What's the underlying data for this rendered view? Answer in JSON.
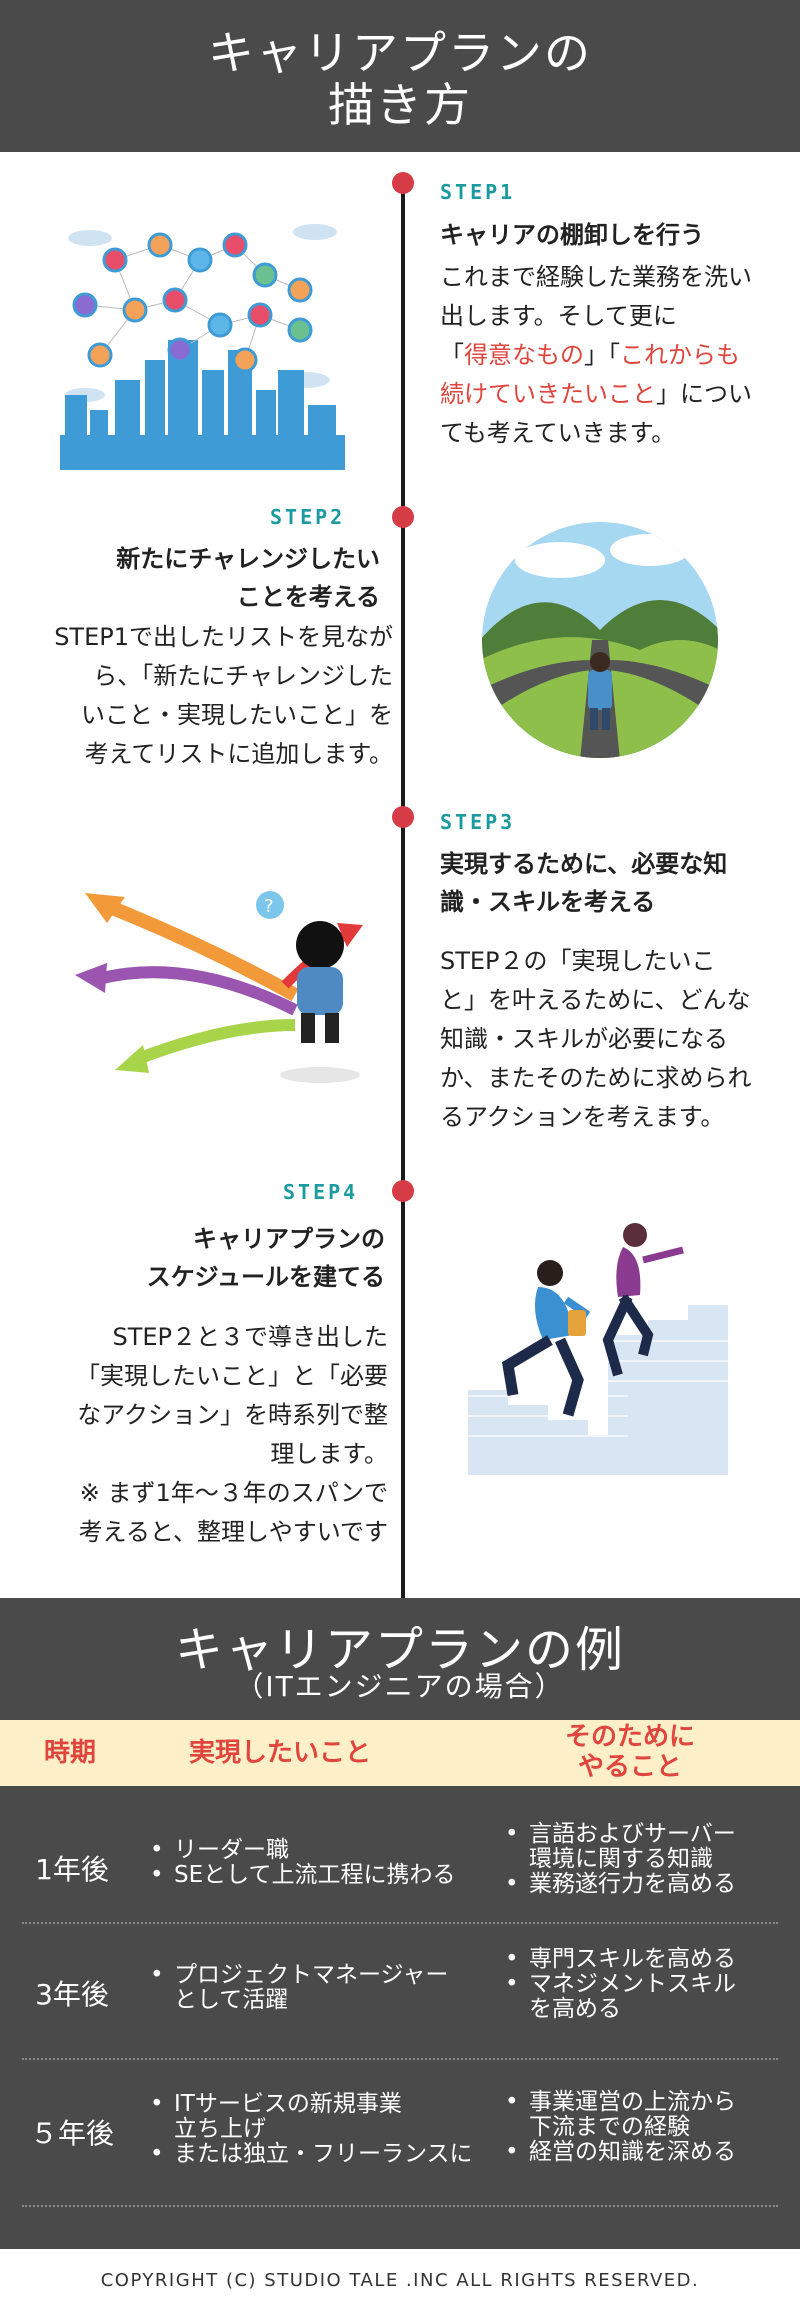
{
  "header": {
    "title_line1": "キャリアプランの",
    "title_line2": "描き方"
  },
  "steps": [
    {
      "label": "STEP1",
      "title": "キャリアの棚卸しを行う",
      "body": [
        {
          "text": "これまで経験した業務を洗い",
          "red": false
        },
        {
          "text": "出します。そして更に",
          "red": false
        }
      ],
      "body_l3_a": "「",
      "body_l3_red1": "得意なもの",
      "body_l3_b": "」「",
      "body_l3_red2": "これからも",
      "body_l4_red": "続けていきたいこと",
      "body_l4_a": "」につい",
      "body_l5": "ても考えていきます。"
    },
    {
      "label": "STEP2",
      "title_l1": "新たにチャレンジしたい",
      "title_l2": "ことを考える",
      "body": [
        "STEP1で出したリストを見なが",
        "ら、「新たにチャレンジした",
        "いこと・実現したいこと」を",
        "考えてリストに追加します。"
      ]
    },
    {
      "label": "STEP3",
      "title_l1": "実現するために、必要な知",
      "title_l2": "識・スキルを考える",
      "body": [
        "STEP２の「実現したいこ",
        "と」を叶えるために、どんな",
        "知識・スキルが必要になる",
        "か、またそのために求められ",
        "るアクションを考えます。"
      ]
    },
    {
      "label": "STEP4",
      "title_l1": "キャリアプランの",
      "title_l2": "スケジュールを建てる",
      "body": [
        "STEP２と３で導き出した",
        "「実現したいこと」と「必要",
        "なアクション」を時系列で整",
        "理します。",
        "※ まず1年〜３年のスパンで",
        "考えると、整理しやすいです"
      ]
    }
  ],
  "examples": {
    "title": "キャリアプランの例",
    "subtitle": "（ITエンジニアの場合）",
    "headers": {
      "period": "時期",
      "goal": "実現したいこと",
      "action_l1": "そのために",
      "action_l2": "やること"
    },
    "rows": [
      {
        "period": "1年後",
        "goals": [
          "リーダー職",
          "SEとして上流工程に携わる"
        ],
        "actions": [
          [
            "言語およびサーバー",
            "環境に関する知識"
          ],
          [
            "業務遂行力を高める"
          ]
        ]
      },
      {
        "period": "3年後",
        "goals": [
          [
            "プロジェクトマネージャー",
            "として活躍"
          ]
        ],
        "actions": [
          [
            "専門スキルを高める"
          ],
          [
            "マネジメントスキル",
            "を高める"
          ]
        ]
      },
      {
        "period": "５年後",
        "goals": [
          [
            "ITサービスの新規事業",
            "立ち上げ"
          ],
          [
            "または独立・フリーランスに"
          ]
        ],
        "actions": [
          [
            "事業運営の上流から",
            "下流までの経験"
          ],
          [
            "経営の知識を深める"
          ]
        ]
      }
    ]
  },
  "footer": "COPYRIGHT (C) STUDIO TALE .INC ALL RIGHTS RESERVED.",
  "colors": {
    "header_bg": "#4a4a4a",
    "accent_red": "#e0453e",
    "step_teal": "#1b9aa0",
    "table_header_bg": "#fdf0c8"
  }
}
